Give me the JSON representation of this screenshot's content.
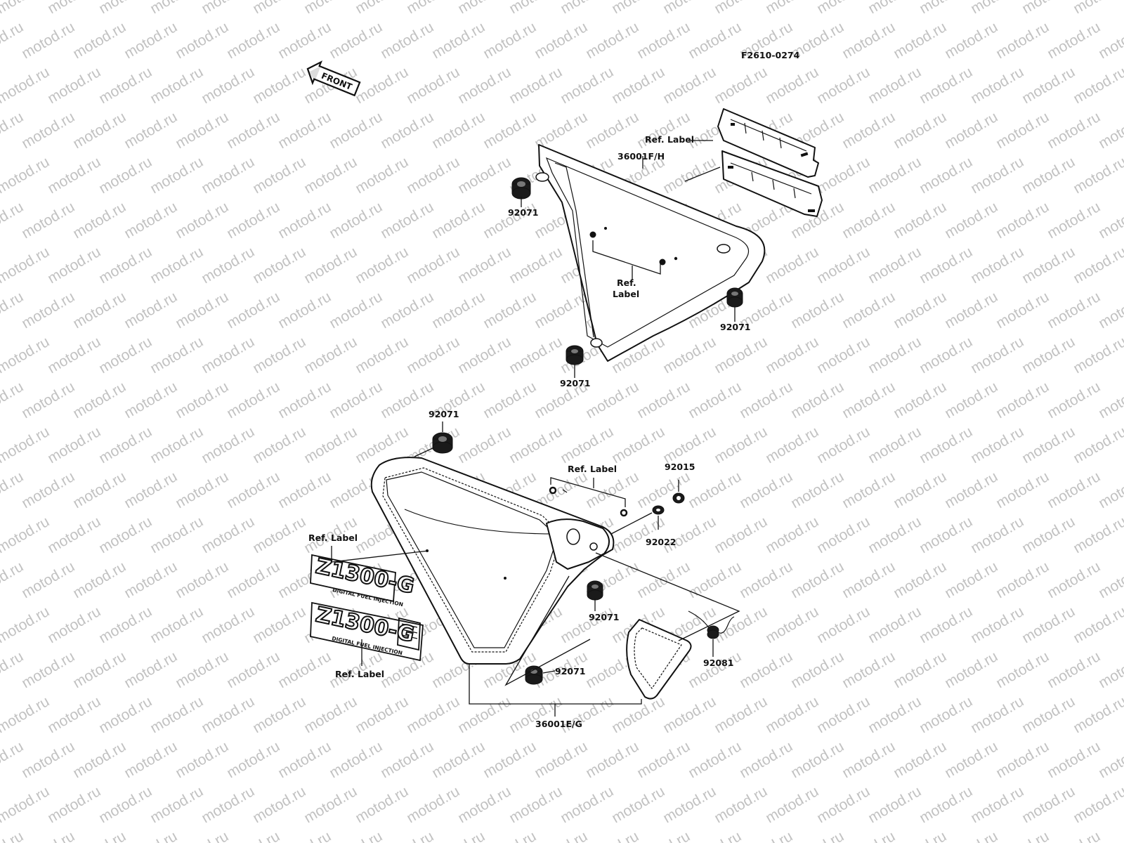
{
  "watermark": {
    "text": "motod.ru"
  },
  "diagram_code": "F2610-0274",
  "front_arrow": {
    "text": "FRONT"
  },
  "upper_assembly": {
    "cover_part": "36001F/H",
    "bracket_label": "Ref. Label",
    "label_ref_line1": "Ref.",
    "label_ref_line2": "Label",
    "grommet_top": "92071",
    "grommet_right": "92071",
    "grommet_bottom": "92071"
  },
  "lower_assembly": {
    "grommet_top": "92071",
    "ref_label_top": "Ref.  Label",
    "washer_part": "92015",
    "plate_part": "92022",
    "grommet_middle": "92071",
    "ref_label_left": "Ref. Label",
    "emblem_text": "Z1300-G",
    "emblem_subtext": "DIGITAL FUEL INJECTION",
    "ref_label_bottom": "Ref. Label",
    "spring_part": "92081",
    "grommet_bottom": "92071",
    "cover_part": "36001E/G"
  }
}
